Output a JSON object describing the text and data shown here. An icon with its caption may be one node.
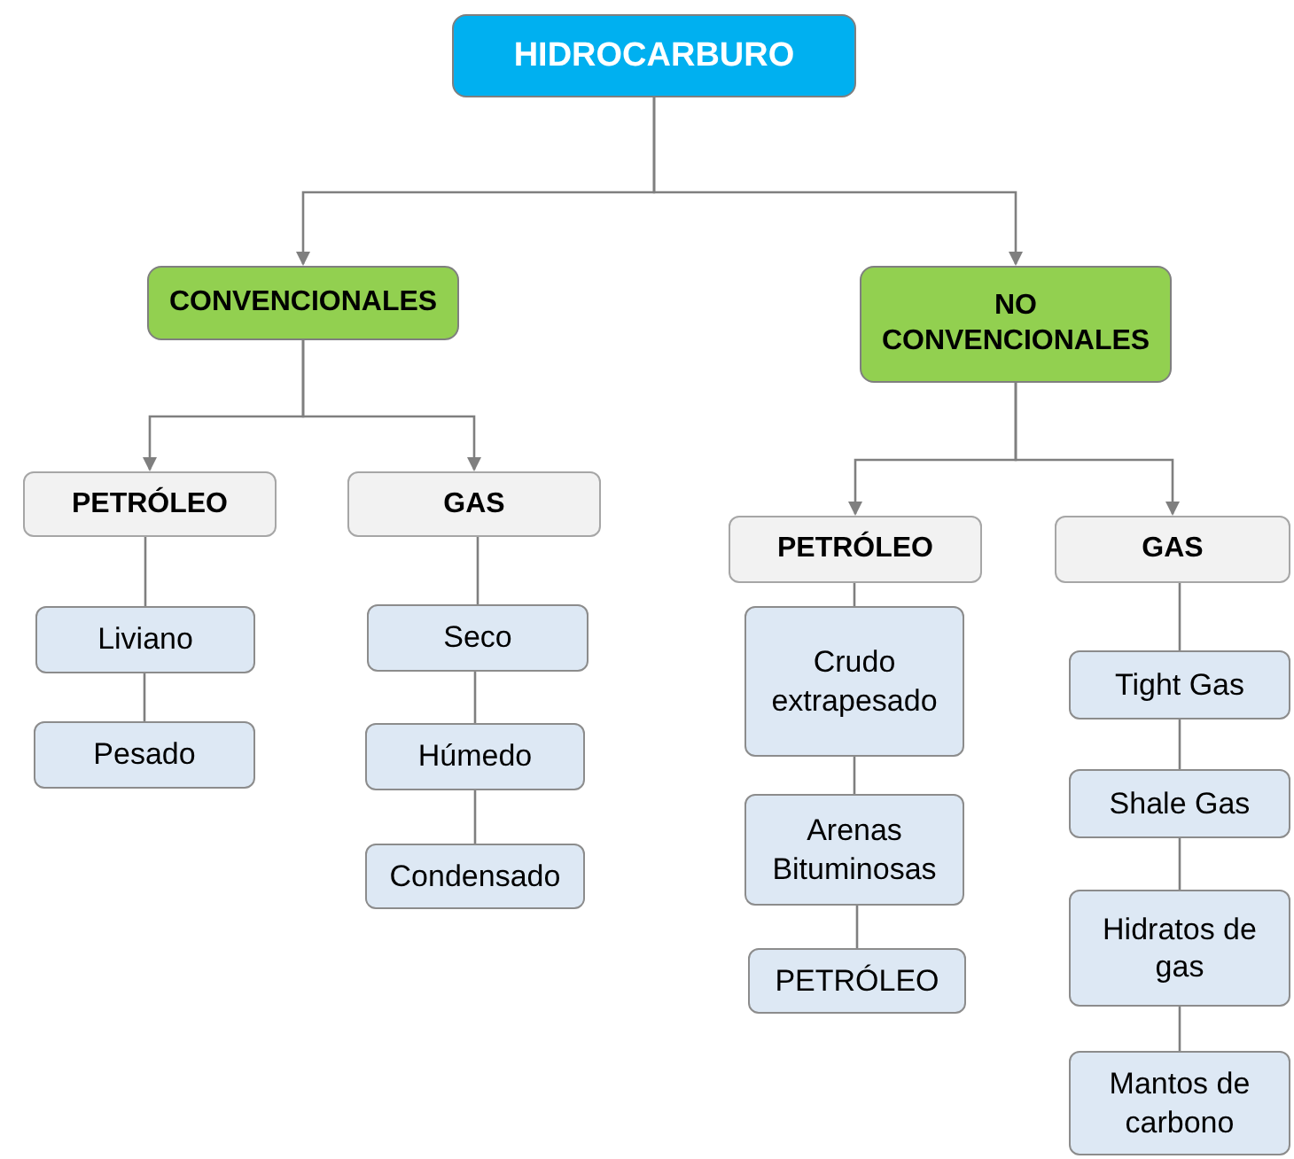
{
  "diagram": {
    "nodes": [
      {
        "text": [
          "HIDROCARBURO"
        ]
      },
      {
        "text": [
          "CONVENCIONALES"
        ]
      },
      {
        "text": [
          "NO CONVENCIONALES"
        ]
      },
      {
        "text": [
          "PETRÓLEO"
        ]
      },
      {
        "text": [
          "GAS"
        ]
      },
      {
        "text": [
          "Liviano"
        ]
      },
      {
        "text": [
          "Pesado"
        ]
      },
      {
        "text": [
          "Seco"
        ]
      },
      {
        "text": [
          "Húmedo"
        ]
      },
      {
        "text": [
          "Condensado"
        ]
      },
      {
        "text": [
          "PETRÓLEO"
        ]
      },
      {
        "text": [
          "GAS"
        ]
      },
      {
        "text": [
          "Crudo extrapesado"
        ]
      },
      {
        "text": [
          "Arenas Bituminosas"
        ]
      },
      {
        "text": [
          "PETRÓLEO"
        ]
      },
      {
        "text": [
          "Tight Gas"
        ]
      },
      {
        "text": [
          "Shale Gas"
        ]
      },
      {
        "text": [
          "Hidratos de gas"
        ]
      },
      {
        "text": [
          "Mantos de carbono"
        ]
      }
    ],
    "edges": [
      {
        "from": 0,
        "to": 1,
        "arrow": "to"
      },
      {
        "from": 0,
        "to": 2,
        "arrow": "to"
      },
      {
        "from": 1,
        "to": 3,
        "arrow": "to"
      },
      {
        "from": 1,
        "to": 4,
        "arrow": "to"
      },
      {
        "from": 2,
        "to": 10,
        "arrow": "to"
      },
      {
        "from": 2,
        "to": 11,
        "arrow": "to"
      },
      {
        "from": 3,
        "to": 5,
        "arrow": "none"
      },
      {
        "from": 5,
        "to": 6,
        "arrow": "none"
      },
      {
        "from": 4,
        "to": 7,
        "arrow": "none"
      },
      {
        "from": 7,
        "to": 8,
        "arrow": "none"
      },
      {
        "from": 8,
        "to": 9,
        "arrow": "none"
      },
      {
        "from": 10,
        "to": 12,
        "arrow": "none"
      },
      {
        "from": 12,
        "to": 13,
        "arrow": "none"
      },
      {
        "from": 13,
        "to": 14,
        "arrow": "none"
      },
      {
        "from": 11,
        "to": 15,
        "arrow": "none"
      },
      {
        "from": 15,
        "to": 16,
        "arrow": "none"
      },
      {
        "from": 16,
        "to": 17,
        "arrow": "none"
      },
      {
        "from": 17,
        "to": 18,
        "arrow": "none"
      }
    ]
  }
}
